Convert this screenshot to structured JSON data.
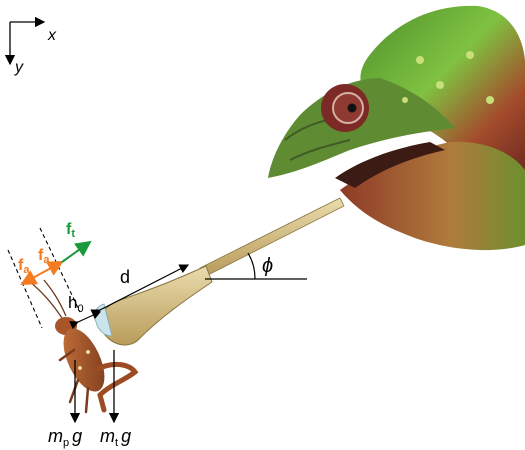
{
  "axes": {
    "x_label": "x",
    "y_label": "y"
  },
  "labels": {
    "d": "d",
    "h0_main": "h",
    "h0_sub": "0",
    "phi": "ϕ",
    "fa_left_main": "f",
    "fa_left_sub": "a",
    "fa_right_main": "f",
    "fa_right_sub": "a",
    "ft_main": "f",
    "ft_sub": "t",
    "mp_main": "m",
    "mp_sub": "p",
    "mp_g": "g",
    "mt_main": "m",
    "mt_sub": "t",
    "mt_g": "g"
  },
  "colors": {
    "adhesion_force": "#f47b20",
    "tongue_force": "#1a9a3a",
    "chameleon_green": "#6cb33b",
    "chameleon_red": "#8a2f24",
    "tongue": "#d9c48e",
    "grasshopper": "#b8612e",
    "lines": "#000000"
  },
  "icons": {
    "chameleon": "chameleon-head-illustration",
    "prey": "grasshopper-illustration"
  }
}
